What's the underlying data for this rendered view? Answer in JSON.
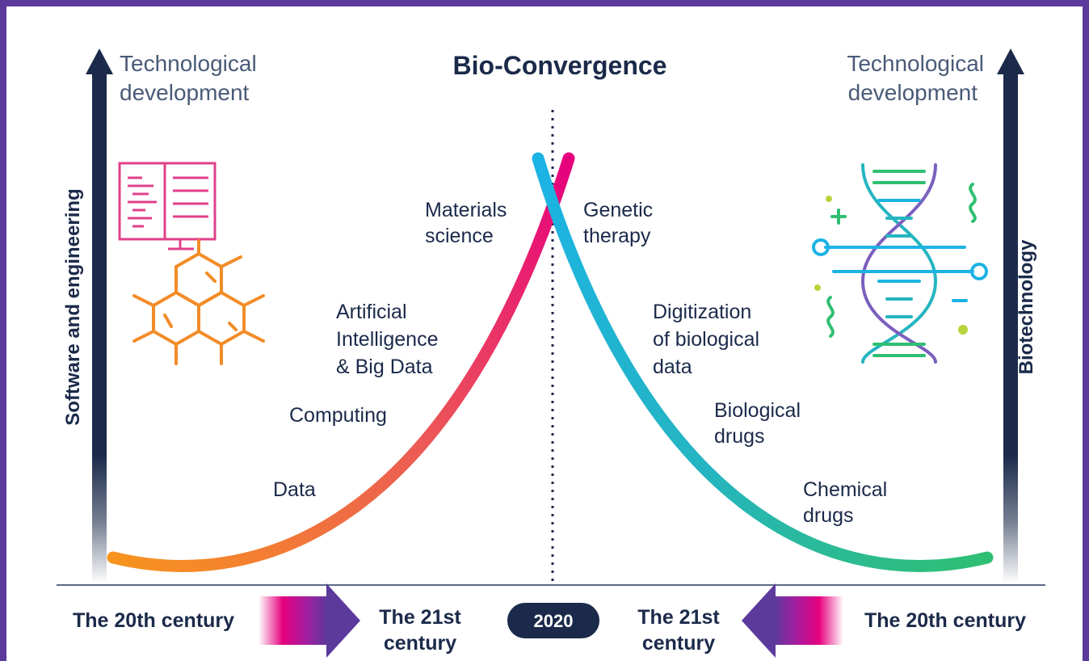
{
  "title": "Bio-Convergence",
  "left_axis": {
    "heading_line1": "Technological",
    "heading_line2": "development",
    "label": "Software and engineering"
  },
  "right_axis": {
    "heading_line1": "Technological",
    "heading_line2": "development",
    "label": "Biotechnology"
  },
  "left_curve_labels": {
    "data": "Data",
    "computing": "Computing",
    "ai_line1": "Artificial",
    "ai_line2": "Intelligence",
    "ai_line3": "& Big Data",
    "materials_line1": "Materials",
    "materials_line2": "science"
  },
  "right_curve_labels": {
    "genetic_line1": "Genetic",
    "genetic_line2": "therapy",
    "digitization_line1": "Digitization",
    "digitization_line2": "of biological",
    "digitization_line3": "data",
    "biological_line1": "Biological",
    "biological_line2": "drugs",
    "chemical_line1": "Chemical",
    "chemical_line2": "drugs"
  },
  "timeline": {
    "left_start": "The 20th century",
    "left_end_line1": "The 21st",
    "left_end_line2": "century",
    "center_year": "2020",
    "right_end_line1": "The 21st",
    "right_end_line2": "century",
    "right_start": "The 20th century"
  },
  "colors": {
    "frame": "#5b3a9c",
    "navy": "#1b2a4a",
    "left_curve_start": "#f7941d",
    "left_curve_end": "#e6007e",
    "right_curve_start": "#1cb3e5",
    "right_curve_end": "#2fbf71",
    "code_icon": "#e0408a",
    "molecule_icon": "#f28c28"
  }
}
